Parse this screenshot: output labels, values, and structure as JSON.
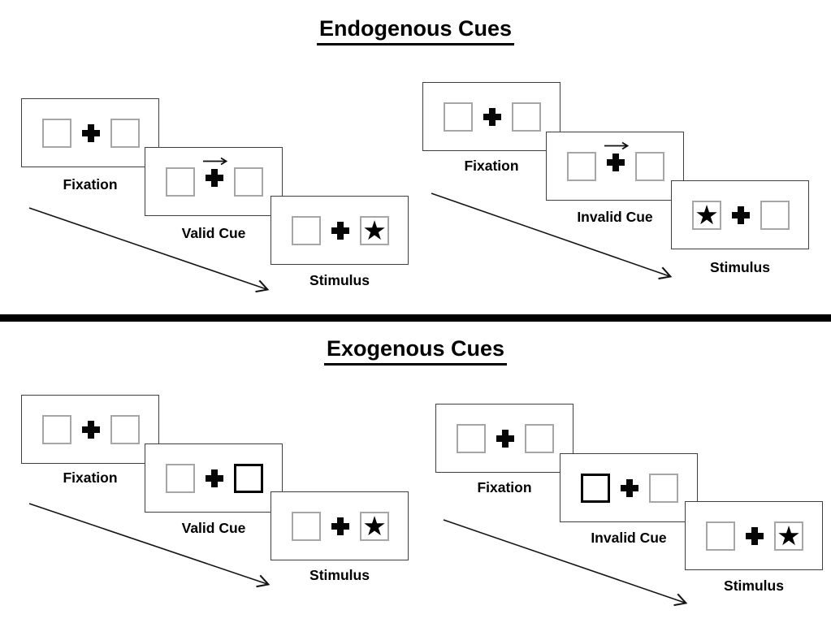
{
  "diagram": {
    "description": "Posner spatial cueing paradigm trial sequences",
    "divider": true
  },
  "icons": {
    "star": "★",
    "fixation_cross": "plus-cross",
    "cue_arrow_direction": "right"
  },
  "colors": {
    "background": "#ffffff",
    "panel_border": "#3f3f3f",
    "box_border": "#a6a6a6",
    "cue_box_border": "#000000",
    "ink": "#000000"
  },
  "sections": [
    {
      "id": "endogenous",
      "title": "Endogenous Cues",
      "groups": [
        {
          "id": "valid",
          "panels": [
            {
              "label": "Fixation",
              "type": "fixation"
            },
            {
              "label": "Valid Cue",
              "type": "endogenous-cue",
              "cue": "arrow-right"
            },
            {
              "label": "Stimulus",
              "type": "stimulus",
              "star_side": "right"
            }
          ]
        },
        {
          "id": "invalid",
          "panels": [
            {
              "label": "Fixation",
              "type": "fixation"
            },
            {
              "label": "Invalid Cue",
              "type": "endogenous-cue",
              "cue": "arrow-right"
            },
            {
              "label": "Stimulus",
              "type": "stimulus",
              "star_side": "left"
            }
          ]
        }
      ]
    },
    {
      "id": "exogenous",
      "title": "Exogenous Cues",
      "groups": [
        {
          "id": "valid",
          "panels": [
            {
              "label": "Fixation",
              "type": "fixation"
            },
            {
              "label": "Valid Cue",
              "type": "exogenous-cue",
              "cue_side": "right"
            },
            {
              "label": "Stimulus",
              "type": "stimulus",
              "star_side": "right"
            }
          ]
        },
        {
          "id": "invalid",
          "panels": [
            {
              "label": "Fixation",
              "type": "fixation"
            },
            {
              "label": "Invalid Cue",
              "type": "exogenous-cue",
              "cue_side": "left"
            },
            {
              "label": "Stimulus",
              "type": "stimulus",
              "star_side": "right"
            }
          ]
        }
      ]
    }
  ]
}
